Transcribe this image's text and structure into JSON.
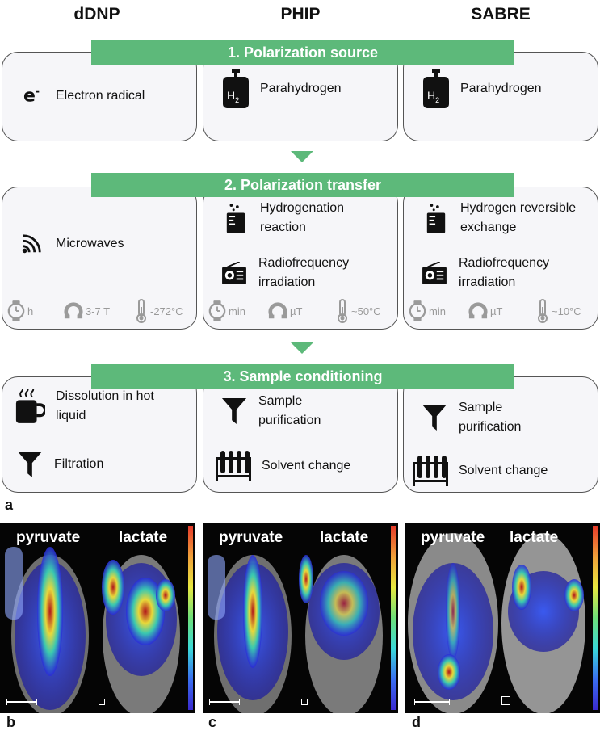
{
  "columns": [
    "dDNP",
    "PHIP",
    "SABRE"
  ],
  "stages": [
    {
      "title": "1. Polarization source"
    },
    {
      "title": "2. Polarization transfer"
    },
    {
      "title": "3. Sample conditioning"
    }
  ],
  "source": {
    "ddnp": {
      "symbol": "e",
      "symbol_sup": "-",
      "label": "Electron radical"
    },
    "phip": {
      "label": "Parahydrogen",
      "icon_text": "H",
      "icon_sub": "2"
    },
    "sabre": {
      "label": "Parahydrogen",
      "icon_text": "H",
      "icon_sub": "2"
    }
  },
  "transfer": {
    "ddnp": {
      "label": "Microwaves",
      "time": "h",
      "field": "3-7 T",
      "temp": "-272°C"
    },
    "phip": {
      "label1": "Hydrogenation reaction",
      "label2": "Radiofrequency irradiation",
      "time": "min",
      "field": "µT",
      "temp": "~50°C"
    },
    "sabre": {
      "label1": "Hydrogen reversible exchange",
      "label2": "Radiofrequency irradiation",
      "time": "min",
      "field": "µT",
      "temp": "~10°C"
    }
  },
  "conditioning": {
    "ddnp": {
      "label1": "Dissolution in hot liquid",
      "label2": "Filtration"
    },
    "phip": {
      "label1": "Sample purification",
      "label2": "Solvent change"
    },
    "sabre": {
      "label1": "Sample purification",
      "label2": "Solvent change"
    }
  },
  "panel_letters": [
    "a",
    "b",
    "c",
    "d"
  ],
  "images": [
    {
      "left": "pyruvate",
      "right": "lactate"
    },
    {
      "left": "pyruvate",
      "right": "lactate"
    },
    {
      "left": "pyruvate",
      "right": "lactate"
    }
  ],
  "colors": {
    "banner": "#5db97a",
    "panel_bg": "#f6f6f9",
    "border": "#555555",
    "muted": "#9a9a9a"
  },
  "icons": [
    "electron-icon",
    "hydrogen-cylinder-icon",
    "wifi-icon",
    "beaker-icon",
    "radio-icon",
    "stopwatch-icon",
    "magnet-icon",
    "thermometer-icon",
    "mug-icon",
    "funnel-icon",
    "test-tubes-icon"
  ]
}
